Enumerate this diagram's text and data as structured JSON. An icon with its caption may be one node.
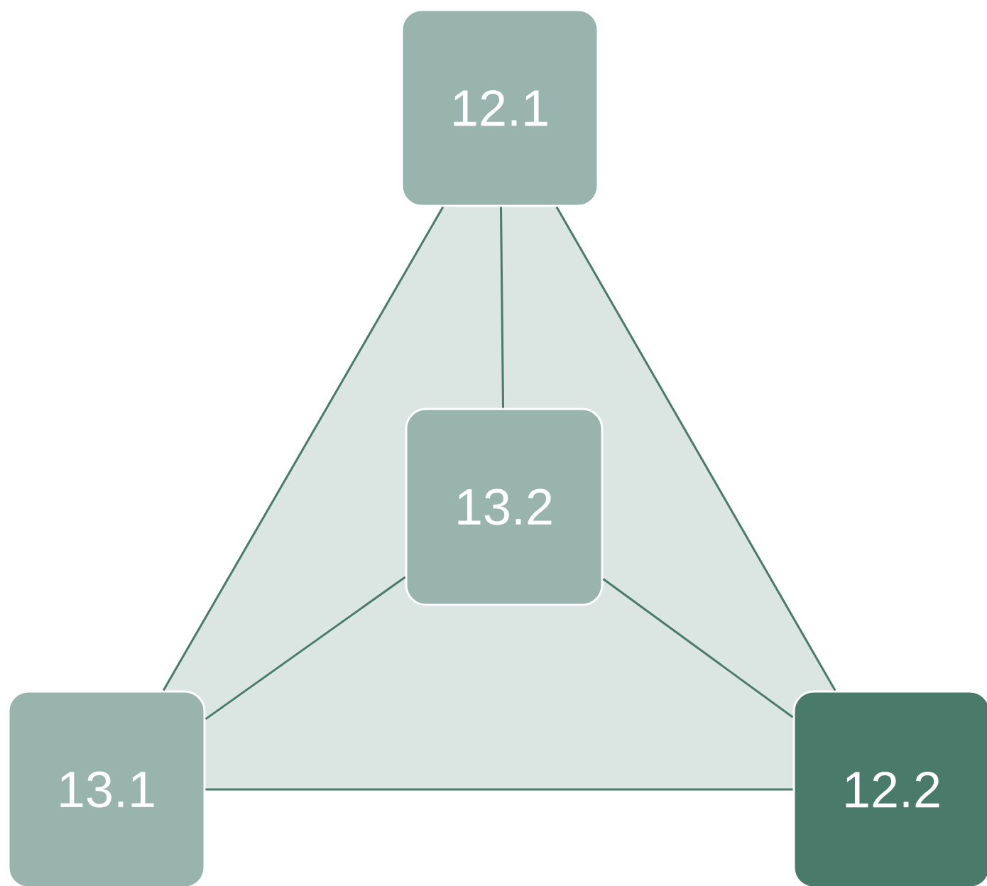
{
  "diagram": {
    "nodes": [
      {
        "text": [
          "12.1"
        ]
      },
      {
        "text": [
          "13.2"
        ]
      },
      {
        "text": [
          "13.1"
        ]
      },
      {
        "text": [
          "12.2"
        ]
      }
    ],
    "edges": [
      {
        "from": 0,
        "to": 1,
        "arrow": "none"
      },
      {
        "from": 0,
        "to": 2,
        "arrow": "none"
      },
      {
        "from": 0,
        "to": 3,
        "arrow": "none"
      },
      {
        "from": 1,
        "to": 2,
        "arrow": "none"
      },
      {
        "from": 1,
        "to": 3,
        "arrow": "none"
      },
      {
        "from": 2,
        "to": 3,
        "arrow": "none"
      }
    ]
  }
}
